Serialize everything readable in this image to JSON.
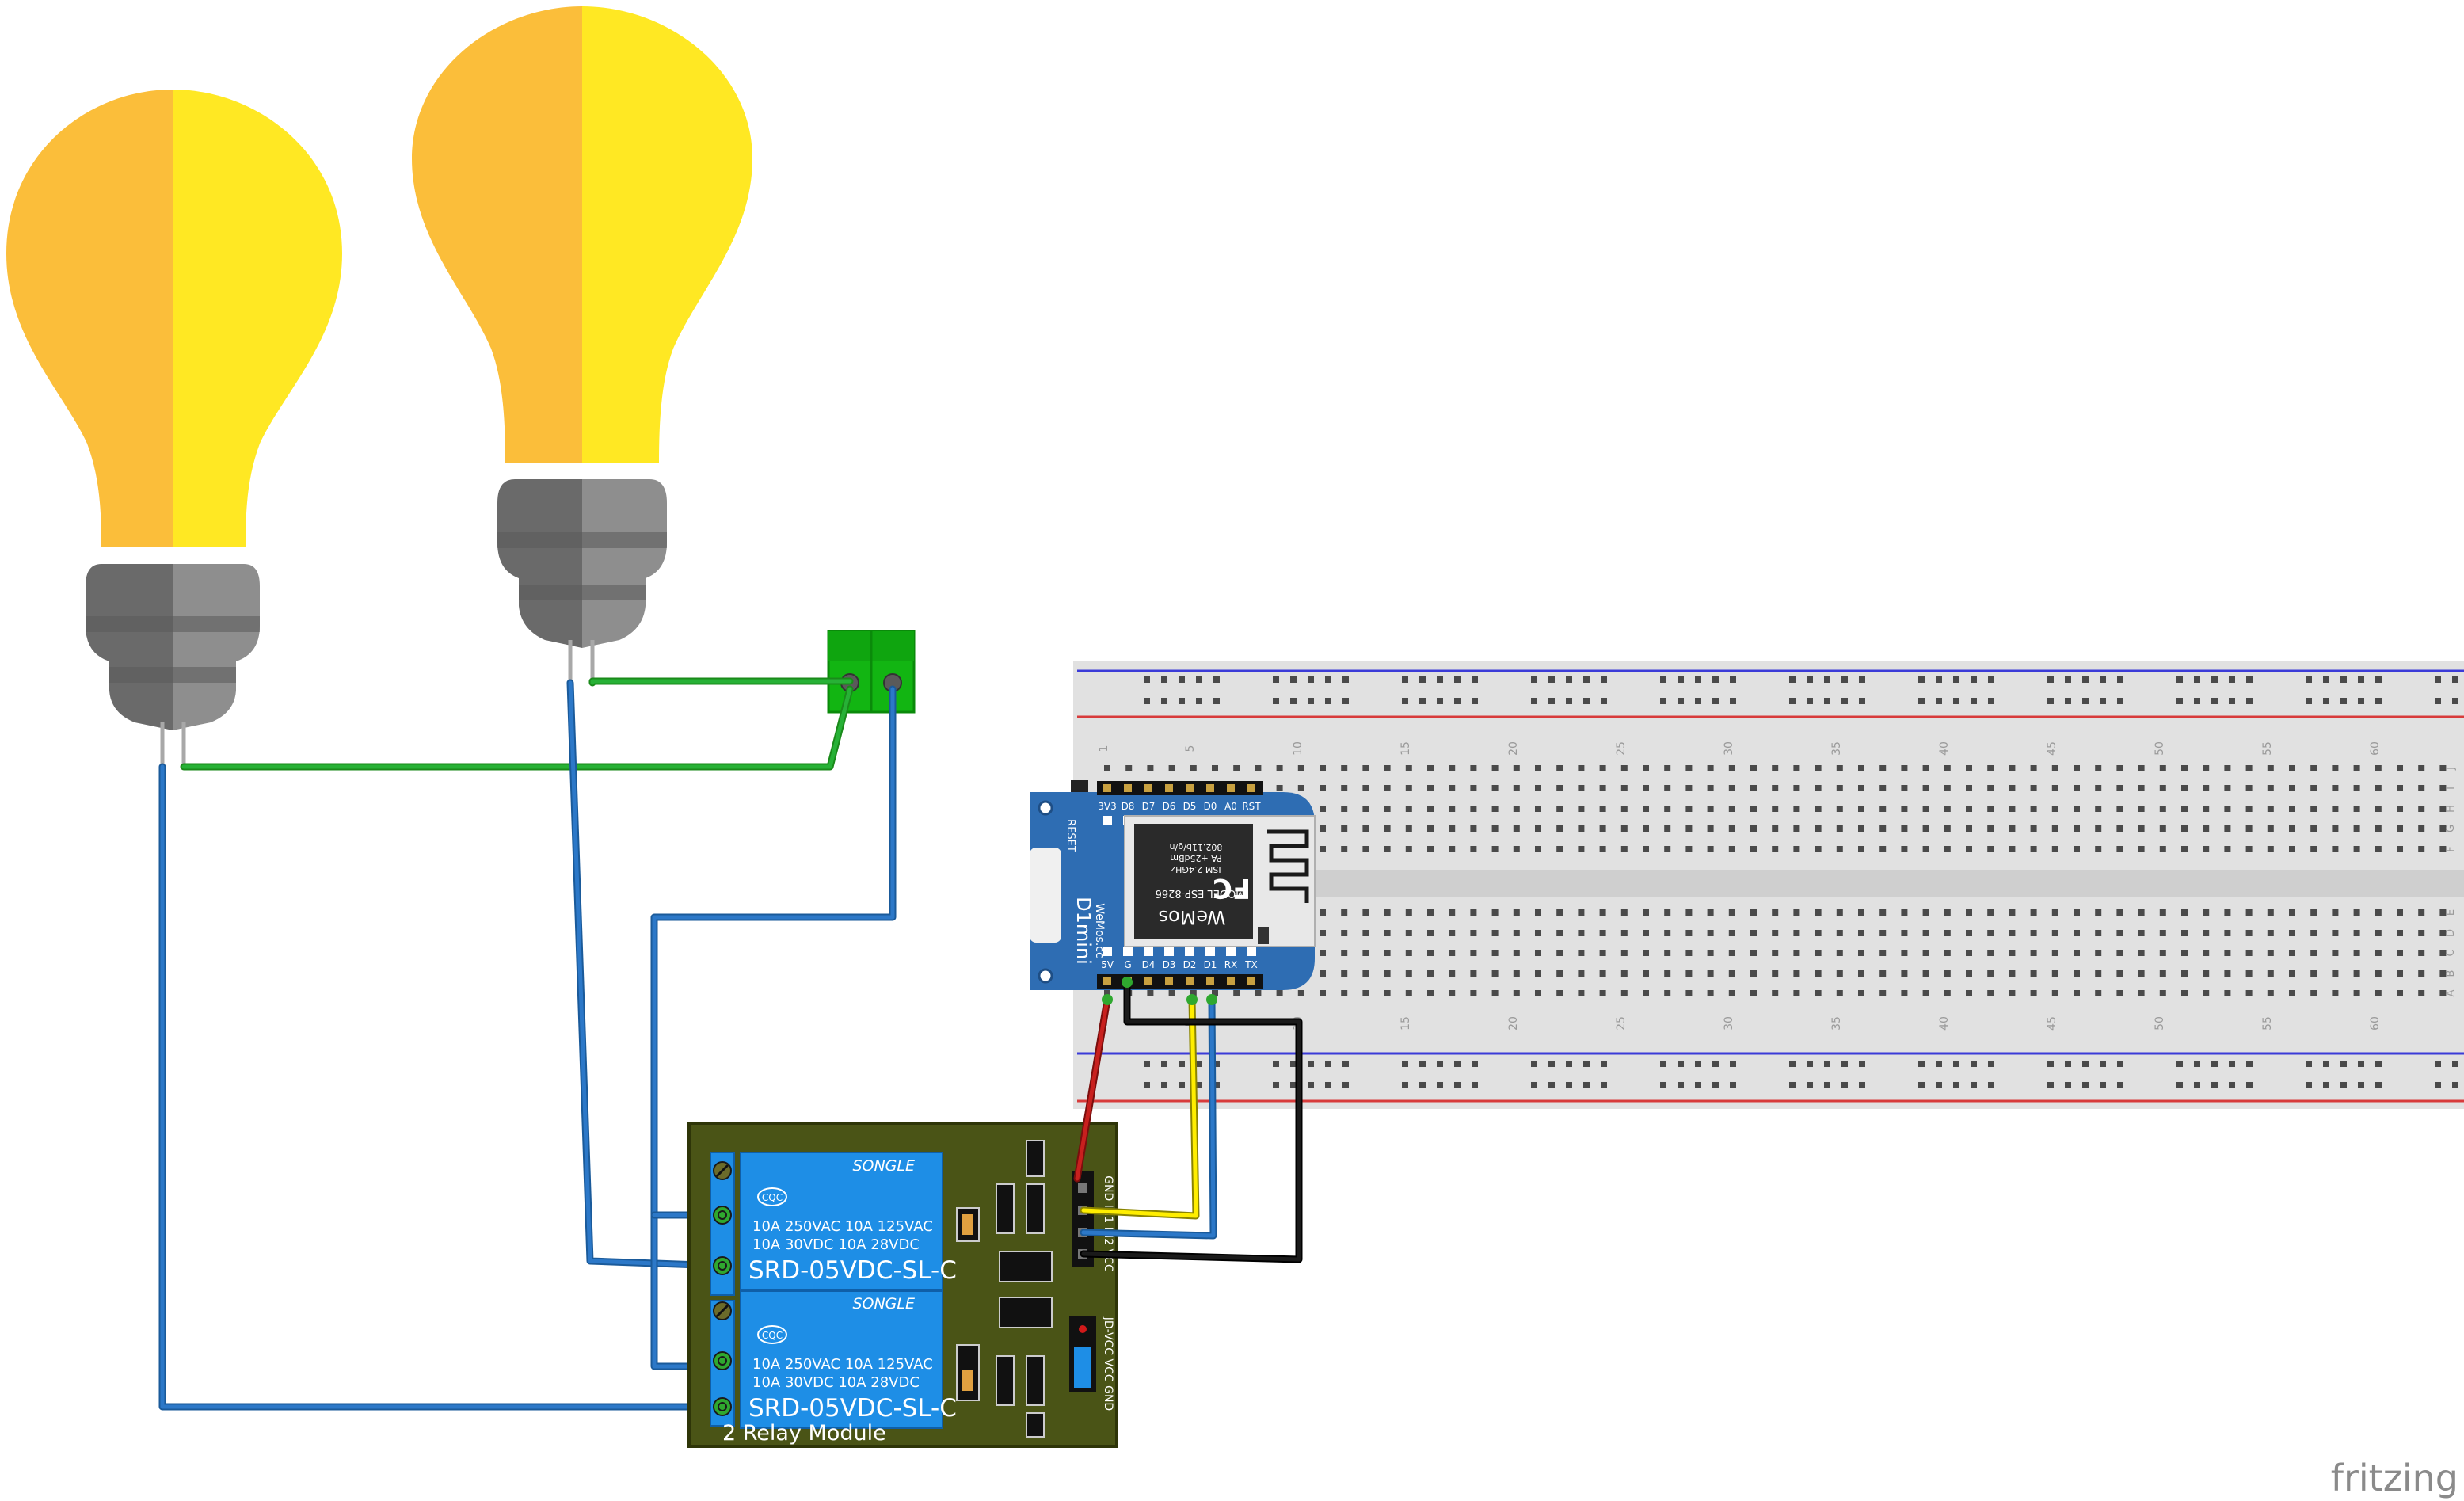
{
  "breadboard": {
    "column_numbers": [
      "1",
      "5",
      "10",
      "15",
      "20",
      "25",
      "30",
      "35",
      "40",
      "45",
      "50",
      "55",
      "60"
    ],
    "row_letters_top": [
      "J",
      "I",
      "H",
      "G",
      "F"
    ],
    "row_letters_bottom": [
      "E",
      "D",
      "C",
      "B",
      "A"
    ]
  },
  "wemos": {
    "top_pins": [
      "3V3",
      "D8",
      "D7",
      "D6",
      "D5",
      "D0",
      "A0",
      "RST"
    ],
    "bottom_pins": [
      "5V",
      "G",
      "D4",
      "D3",
      "D2",
      "D1",
      "RX",
      "TX"
    ],
    "reset_label": "RESET",
    "module_model": "MODEL ESP-8266",
    "module_specs": [
      "ISM 2.4GHz",
      "PA +25dBm",
      "802.11b/g/n"
    ],
    "fcc": "FC",
    "module_brand": "WeMos",
    "board_name": "D1mini",
    "board_url": "WeMos.cc"
  },
  "relay_module": {
    "name": "2 Relay Module",
    "relays": [
      {
        "brand": "SONGLE",
        "cqc": "CQC",
        "rating_line1": "10A 250VAC  10A 125VAC",
        "rating_line2": "10A  30VDC  10A  28VDC",
        "model": "SRD-05VDC-SL-C"
      },
      {
        "brand": "SONGLE",
        "cqc": "CQC",
        "rating_line1": "10A 250VAC  10A 125VAC",
        "rating_line2": "10A  30VDC  10A  28VDC",
        "model": "SRD-05VDC-SL-C"
      }
    ],
    "input_header_label": "GND IN1 IN2 VCC",
    "jumper_label": "JD-VCC VCC GND"
  },
  "watermark": "fritzing",
  "colors": {
    "bulb_left": "#fbbe3a",
    "bulb_right": "#ffe823",
    "socket_dark": "#6a6a6a",
    "socket_light": "#8e8e8e",
    "wire_blue": "#2c78c8",
    "wire_green": "#27b136",
    "wire_red": "#c8201e",
    "wire_yellow": "#ffee00",
    "wire_black": "#1a1a1a",
    "relay_board": "#4a5416",
    "relay_body": "#1e8ee6",
    "wemos_board": "#2e6db3",
    "terminal_green": "#12b512"
  }
}
